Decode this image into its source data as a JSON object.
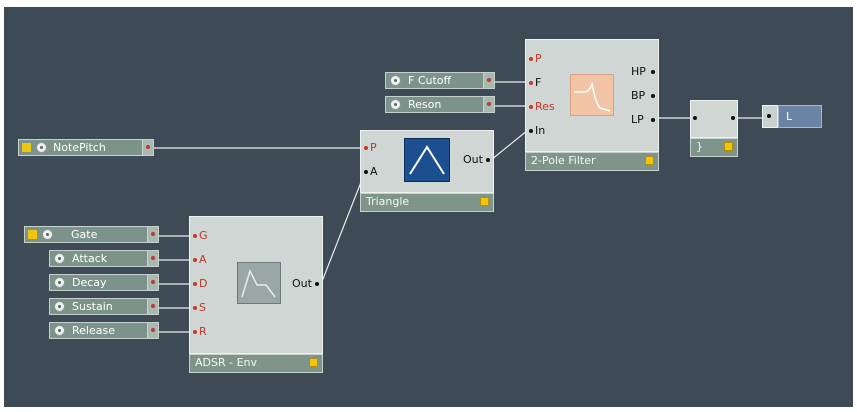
{
  "controls": {
    "notepitch": "NotePitch",
    "gate": "Gate",
    "attack": "Attack",
    "decay": "Decay",
    "sustain": "Sustain",
    "release": "Release",
    "fcutoff": "F Cutoff",
    "reson": "Reson"
  },
  "modules": {
    "adsr": {
      "title": "ADSR - Env",
      "in": [
        "G",
        "A",
        "D",
        "S",
        "R"
      ],
      "out": "Out"
    },
    "triangle": {
      "title": "Triangle",
      "in": [
        "P",
        "A"
      ],
      "out": "Out"
    },
    "filter": {
      "title": "2-Pole Filter",
      "in": [
        "P",
        "F",
        "Res",
        "In"
      ],
      "out": [
        "HP",
        "BP",
        "LP"
      ]
    },
    "merge": {
      "title": "}"
    },
    "output": {
      "label": "L"
    }
  },
  "colors": {
    "background": "#3e4b57",
    "panel": "#cfd6d3",
    "strip": "#7f958c",
    "event_port": "#c0392b",
    "audio_port": "#111111",
    "led": "#f1c40f",
    "triangle_icon_bg": "#1c4f8f",
    "filter_icon_bg": "#f2c3a5"
  },
  "icons": {
    "adsr": "envelope-shape-icon",
    "triangle": "triangle-wave-icon",
    "filter": "lowpass-curve-icon",
    "knob": "knob-icon"
  }
}
